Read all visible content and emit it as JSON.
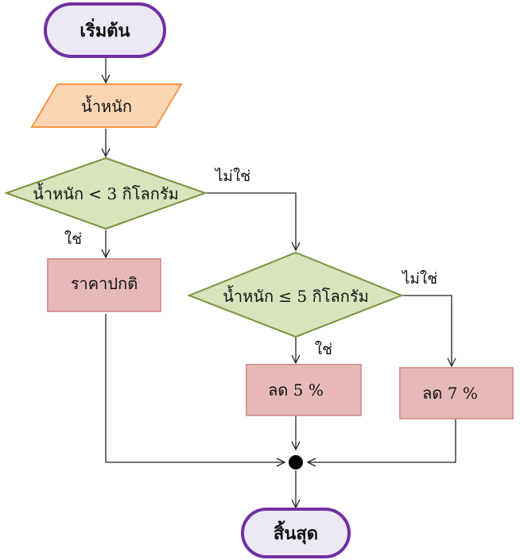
{
  "nodes": {
    "start": "เริ่มต้น",
    "input": "น้ำหนัก",
    "decision1": "น้ำหนัก < 3 กิโลกรัม",
    "decision2": "น้ำหนัก ≤ 5 กิโลกรัม",
    "normal_price": "ราคาปกติ",
    "discount5": "ลด 5 %",
    "discount7": "ลด 7 %",
    "end": "สิ้นสุด"
  },
  "edge_labels": {
    "d1_no": "ไม่ใช่",
    "d1_yes": "ใช่",
    "d2_no": "ไม่ใช่",
    "d2_yes": "ใช่"
  },
  "colors": {
    "terminal_fill": "#ece9f5",
    "terminal_stroke": "#7030a0",
    "io_fill": "#fcd5b4",
    "io_stroke": "#f79646",
    "decision_fill": "#d7e4bc",
    "decision_stroke": "#77933c",
    "process_fill": "#e6b9b8",
    "process_stroke": "#d99694",
    "line": "#222222"
  }
}
